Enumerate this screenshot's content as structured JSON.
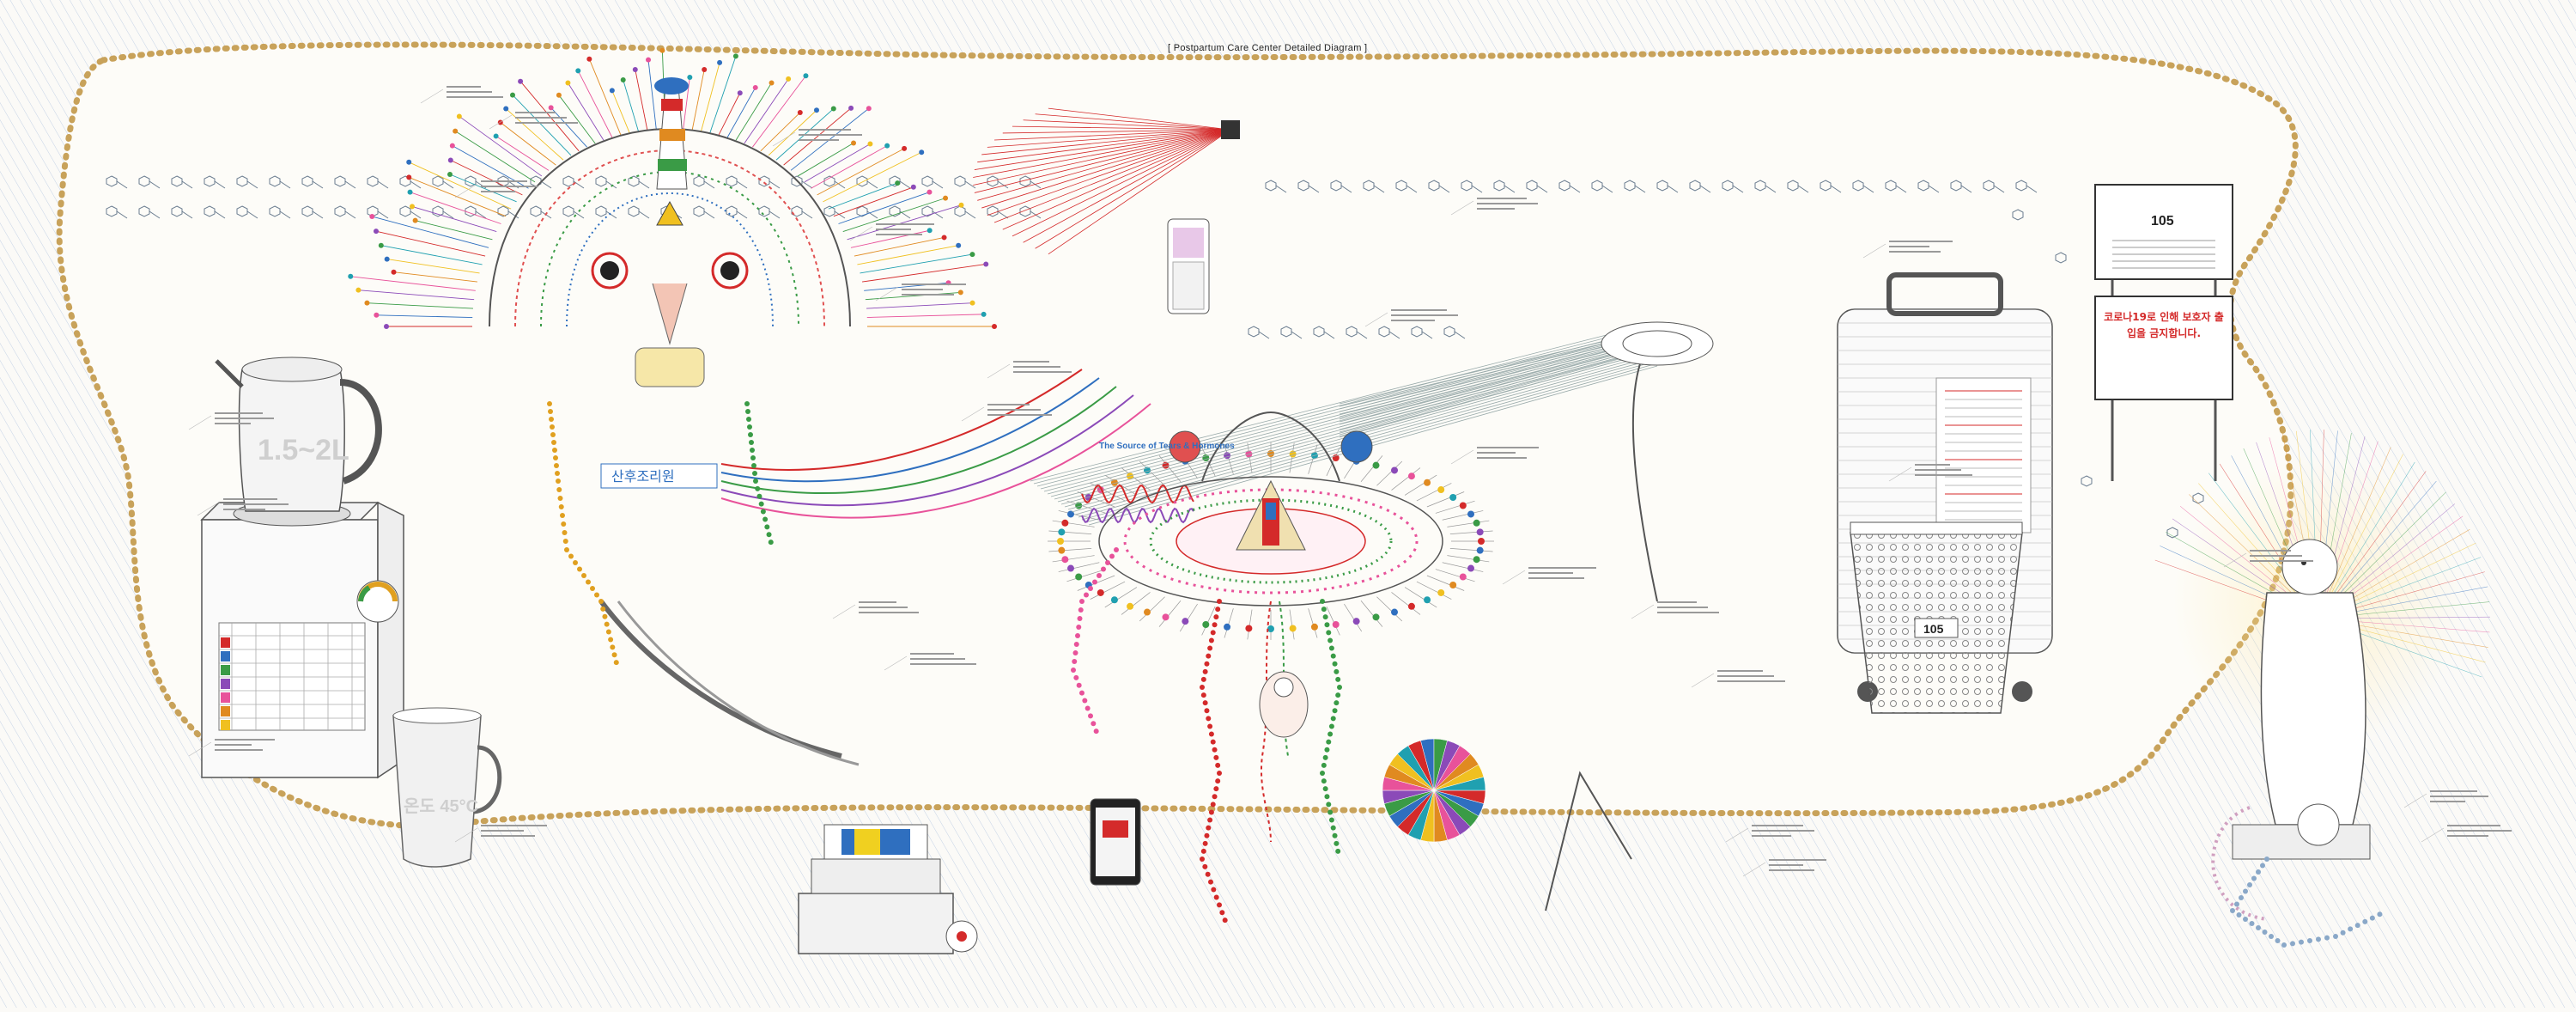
{
  "title": "[ Postpartum Care Center Detailed Diagram ]",
  "kettle_label": "1.5~2L",
  "cup_label": "온도 45°C",
  "room_number_sign": "105",
  "room_number_basket": "105",
  "korean_banner": "산후조리원",
  "sign_korean": "코로나19로 인해 보호자 출입을 금지합니다.",
  "center_label": "The Source of Tears & Hormones",
  "colors": {
    "border_dots": "#c8a25a",
    "red": "#d42a2a",
    "blue": "#2f6fbf",
    "green": "#3a9b46",
    "purple": "#8b4ab8",
    "pink": "#e8529a",
    "hatch": "#b8c7dc"
  }
}
